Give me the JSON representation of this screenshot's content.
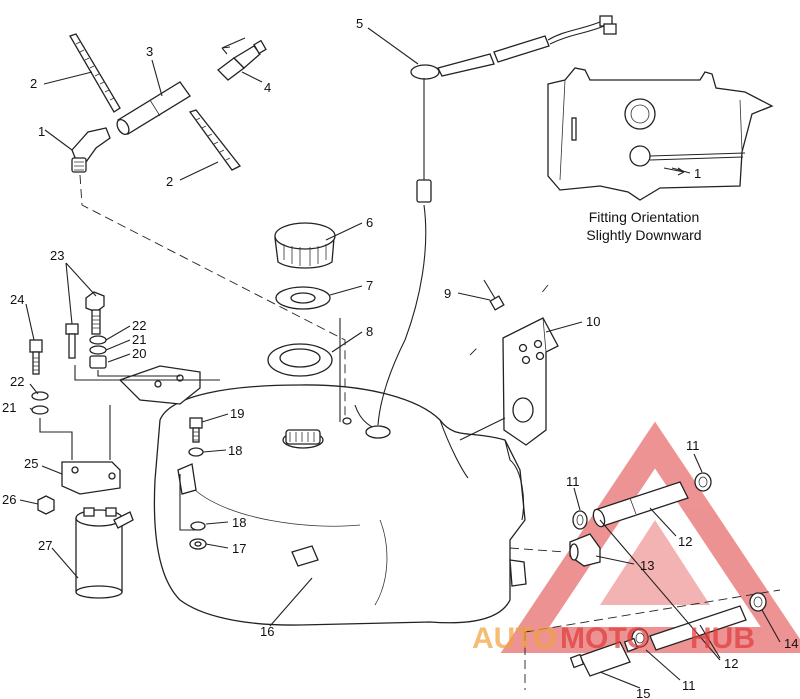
{
  "callouts": {
    "c1a": "1",
    "c2a": "2",
    "c3": "3",
    "c4": "4",
    "c2b": "2",
    "c5": "5",
    "c1b": "1",
    "c6": "6",
    "c7": "7",
    "c8": "8",
    "c9": "9",
    "c10": "10",
    "c23": "23",
    "c24": "24",
    "c22a": "22",
    "c21a": "21",
    "c20": "20",
    "c22b": "22",
    "c21b": "21",
    "c19": "19",
    "c18a": "18",
    "c25": "25",
    "c26": "26",
    "c27": "27",
    "c18b": "18",
    "c17": "17",
    "c16": "16",
    "c11a": "11",
    "c11b": "11",
    "c12a": "12",
    "c13": "13",
    "c14": "14",
    "c12b": "12",
    "c11c": "11",
    "c15": "15"
  },
  "inset": {
    "caption_line1": "Fitting Orientation",
    "caption_line2": "Slightly Downward"
  },
  "watermark": {
    "text_auto": "AUTO",
    "text_moto": "MOTO",
    "text_hub": "HUB",
    "color": "#e03a3a"
  }
}
